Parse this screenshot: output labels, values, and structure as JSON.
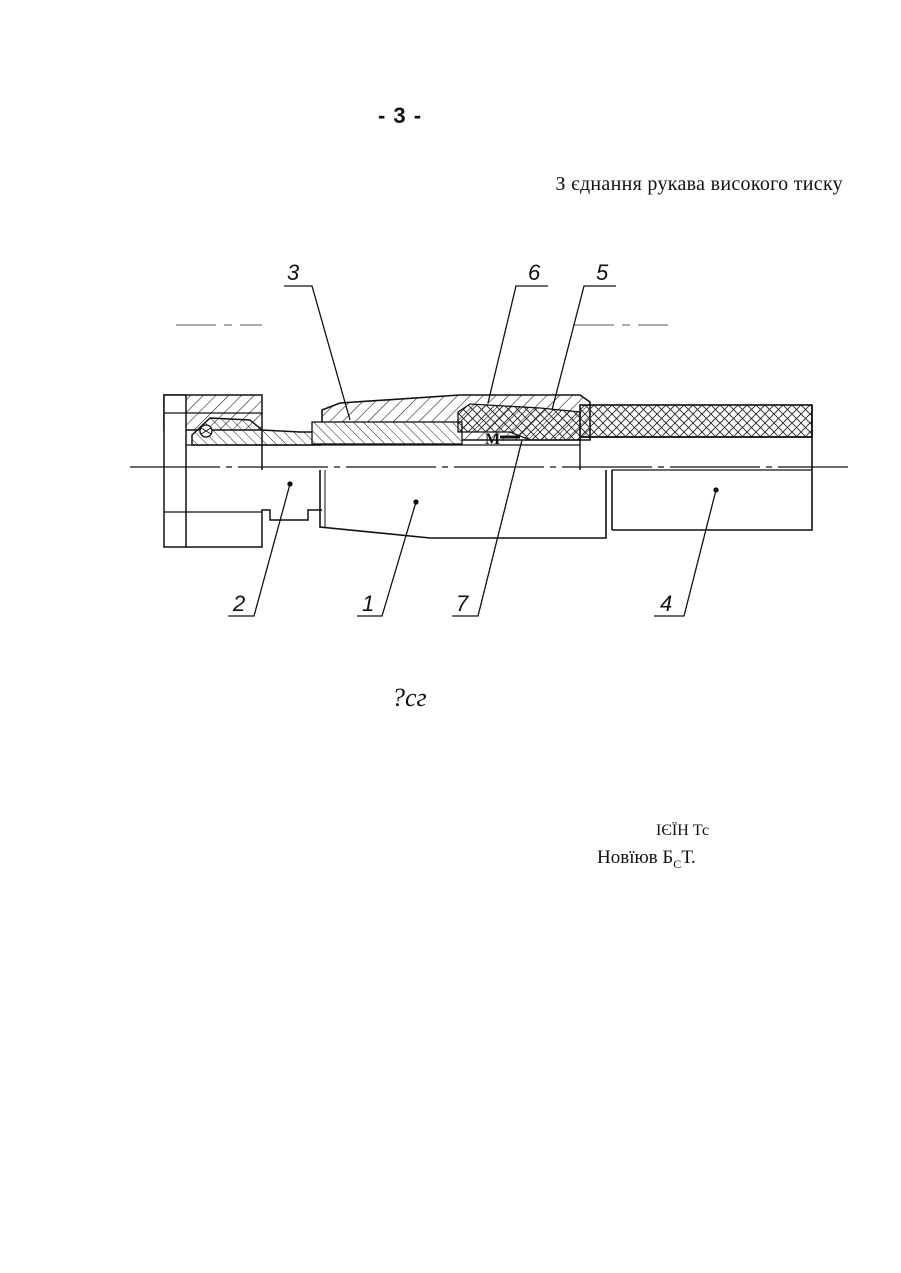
{
  "page": {
    "number": "- 3 -",
    "title": "З єднання рукава високого тиску"
  },
  "drawing": {
    "callouts": [
      "3",
      "6",
      "5",
      "2",
      "1",
      "7",
      "4"
    ]
  },
  "caption": {
    "figure": "?сг"
  },
  "footer": {
    "organization": "ІЄЇН Тс",
    "author_main": "Новїюв Б",
    "author_sub": "С",
    "author_tail": "Т."
  }
}
